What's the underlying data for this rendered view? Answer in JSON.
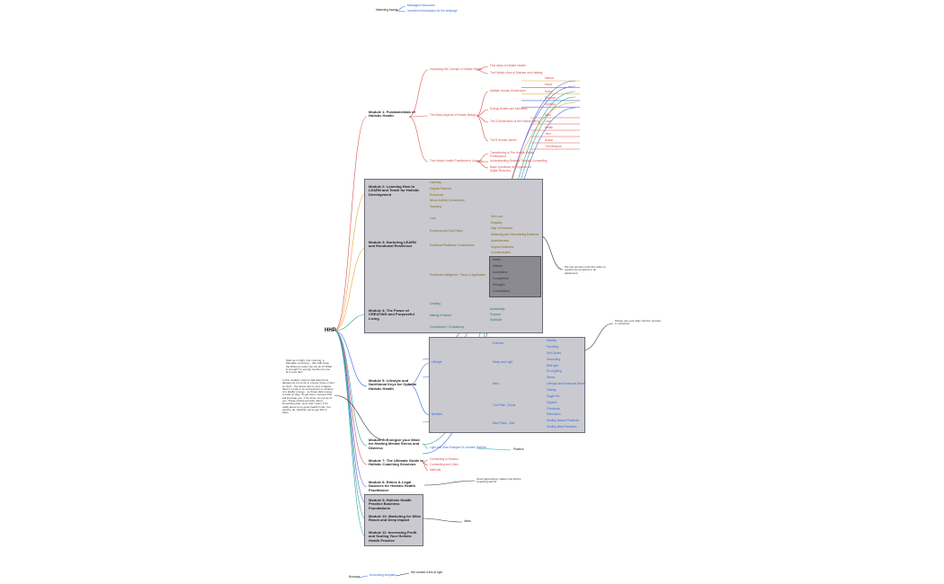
{
  "colors": {
    "red": "#d9534f",
    "orange": "#e8a13a",
    "blue": "#3b6fd6",
    "green": "#3aa58a",
    "teal": "#2fa7a7",
    "purple": "#7a5bc7",
    "grey_box": "#c9c9cf"
  },
  "top": {
    "parent": "Marketing Assets",
    "children": [
      "Messages Resources",
      "Investment description for the webpage"
    ]
  },
  "root": "HHP",
  "modules": [
    "Module 1: Fundamentals of Holistic Health",
    "Module 2: Learning How to LEARN and Teach for Holistic Development",
    "Module 3: Nurturing LEARN and Emotional Resilience",
    "Module 4: The Power of CREATING and Purposeful Living",
    "Module 5: Lifestyle and Nutritional Keys for Optimal Holistic Health",
    "Module 6: Energize your Mind for Healing Mental Stress and Distress",
    "Module 7: The Ultimate Guide to Holistic Coaching Sessions",
    "Module 8: Ethics & Legal Nuances for Holistic Health Practitioner",
    "Module 9: Holistic Health Practice Business Foundations",
    "Module 10: Marketing for Wide Reach and Deep Impact",
    "Module 11: Increasing Profit and Scaling Your Holistic Health Practice"
  ],
  "m1": {
    "branches": [
      "Unpacking the Concept of Holistic Health",
      "The Many Aspects of Human Beings",
      "The Holistic Health Practitioner's Journey"
    ],
    "unpacking": [
      "First steps of Holistic Health",
      "The Holistic View of Disease and Healing"
    ],
    "aspects": [
      "Multiple Human Dimensions",
      "Energy Bodies and Meridians",
      "The 5 Dimensions of the Human Being",
      "The 5 Human Needs"
    ],
    "dimensions_a": [
      "Mental",
      "Moral",
      "Social",
      "Physical",
      "Spiritual"
    ],
    "dimensions_b": [
      "Mind",
      "Love",
      "Health",
      "Time",
      "Social",
      "The Measure"
    ],
    "journey": [
      "Transitioning to The Holistic Health Professional",
      "Understanding Respect Through Counselling",
      "Basic Questions for Organize for Digital Recovery"
    ]
  },
  "m2": {
    "items": [
      "Learning",
      "Original Essence",
      "Resources",
      "Neuro-Holistic Connections",
      "Teaching"
    ]
  },
  "m3": {
    "branches": [
      "Love",
      "Emotions and Their Roles",
      "Emotional Resilience Cornerstones",
      "Emotional Intelligence: Theory & Application"
    ],
    "emotions": [
      "Self Love",
      "Empathy",
      "Map of Emotions",
      "Balancing and Harmonizing Emotions",
      "Assertiveness",
      "Support Networks",
      "Communication"
    ],
    "ei": [
      "Aware",
      "Attitude",
      "Acceptance",
      "Competence",
      "Strengths",
      "Consolidation"
    ],
    "note": "We use emotion tools this video to explore the emotions in an adolescent"
  },
  "m4": {
    "branches": [
      "Creating",
      "Making it Natural",
      "Commitment / Consistency"
    ],
    "sub": [
      "Authenticity",
      "Purpose",
      "Gratitude"
    ]
  },
  "m5": {
    "branches": [
      "Lifestyle",
      "Nutrition"
    ],
    "lifestyle": [
      "Exercise",
      "Sleep and Light",
      "Mind"
    ],
    "exercise": [
      "Mobility",
      "Flexibility"
    ],
    "sleep": [
      "Self Cycles",
      "Grounding",
      "Blue light",
      "Eco-lighting",
      "Stress",
      "Lifestyle and Emotional Barrier"
    ],
    "nutrition": [
      "The Plate - Foods",
      "Meal Plans - Diet"
    ],
    "plate": [
      "Fasting",
      "Sugar Fat",
      "Organic",
      "Chemicals"
    ],
    "diet": [
      "Elimination",
      "Healthy Natural Practices",
      "Healthy Meal Principles"
    ],
    "note": "Please use your daily visit the 'pomelo' in ourselves."
  },
  "m6": {
    "items": [
      "Light and Slow Energize Dr. Andrew Flatcher"
    ],
    "leaf": "Practice",
    "note_top": "Start as in night. Our morning, a Mandala, an Arcing... this calls been the Rhineo's Gold, can we do it? What is enough? In energy results can you fit it more life?",
    "note_mid": "In this module I want to talk about how dangerous it is to be in energy, hope or feel so tired... the stress has no end. Imagine there's a hole in its connections or workers of a duality energy... so these dark energy to hold on they. To get them, connect that will innovate you. If it's done, it's not as of you. These stories are bad, about something else, once and I worry if it's really about us to good health in life. You need to do, whether you've got this in there."
  },
  "m7": {
    "items": [
      "Connecting to Session",
      "Counselling and Client",
      "Methods"
    ]
  },
  "m8": {
    "note": "Good legal advice makes sure Ethics Coaching with IP"
  },
  "m10": {
    "leaf": "Ideas"
  },
  "bottom": {
    "parent": "Bonuses",
    "child": "Accounting template",
    "note": "We created it this at right"
  }
}
